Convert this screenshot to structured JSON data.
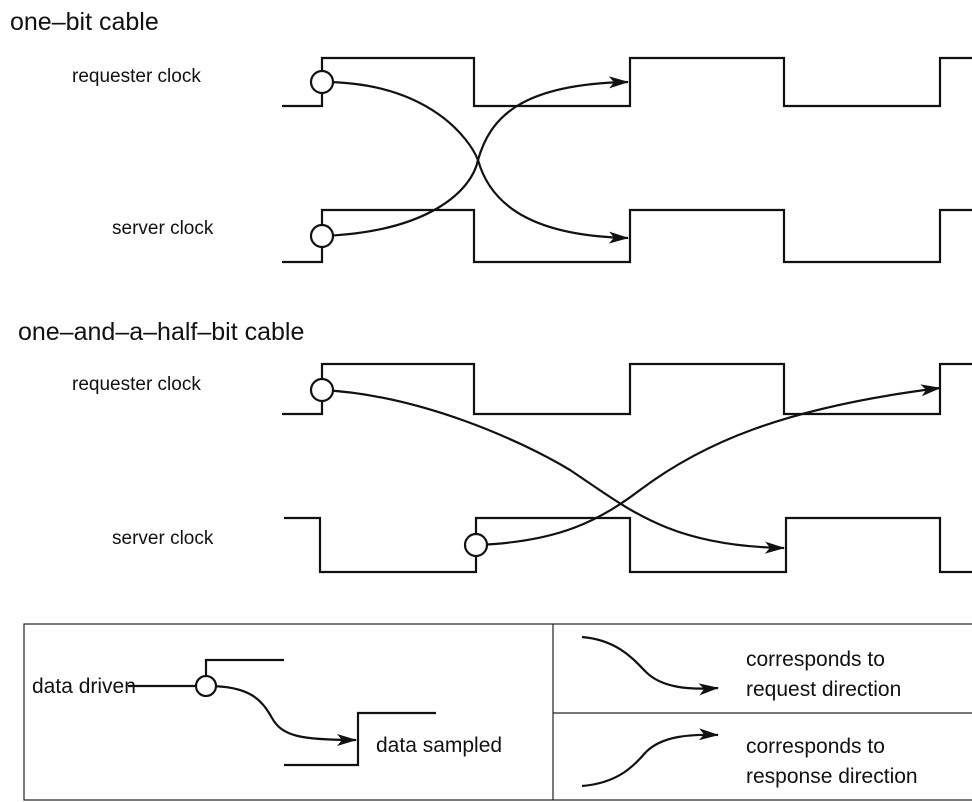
{
  "sections": [
    {
      "title": "one–bit cable",
      "requester_label": "requester clock",
      "server_label": "server clock"
    },
    {
      "title": "one–and–a–half–bit cable",
      "requester_label": "requester clock",
      "server_label": "server clock"
    }
  ],
  "legend": {
    "data_driven": "data driven",
    "data_sampled": "data sampled",
    "request": {
      "line1": "corresponds to",
      "line2": "request direction"
    },
    "response": {
      "line1": "corresponds to",
      "line2": "response direction"
    }
  }
}
